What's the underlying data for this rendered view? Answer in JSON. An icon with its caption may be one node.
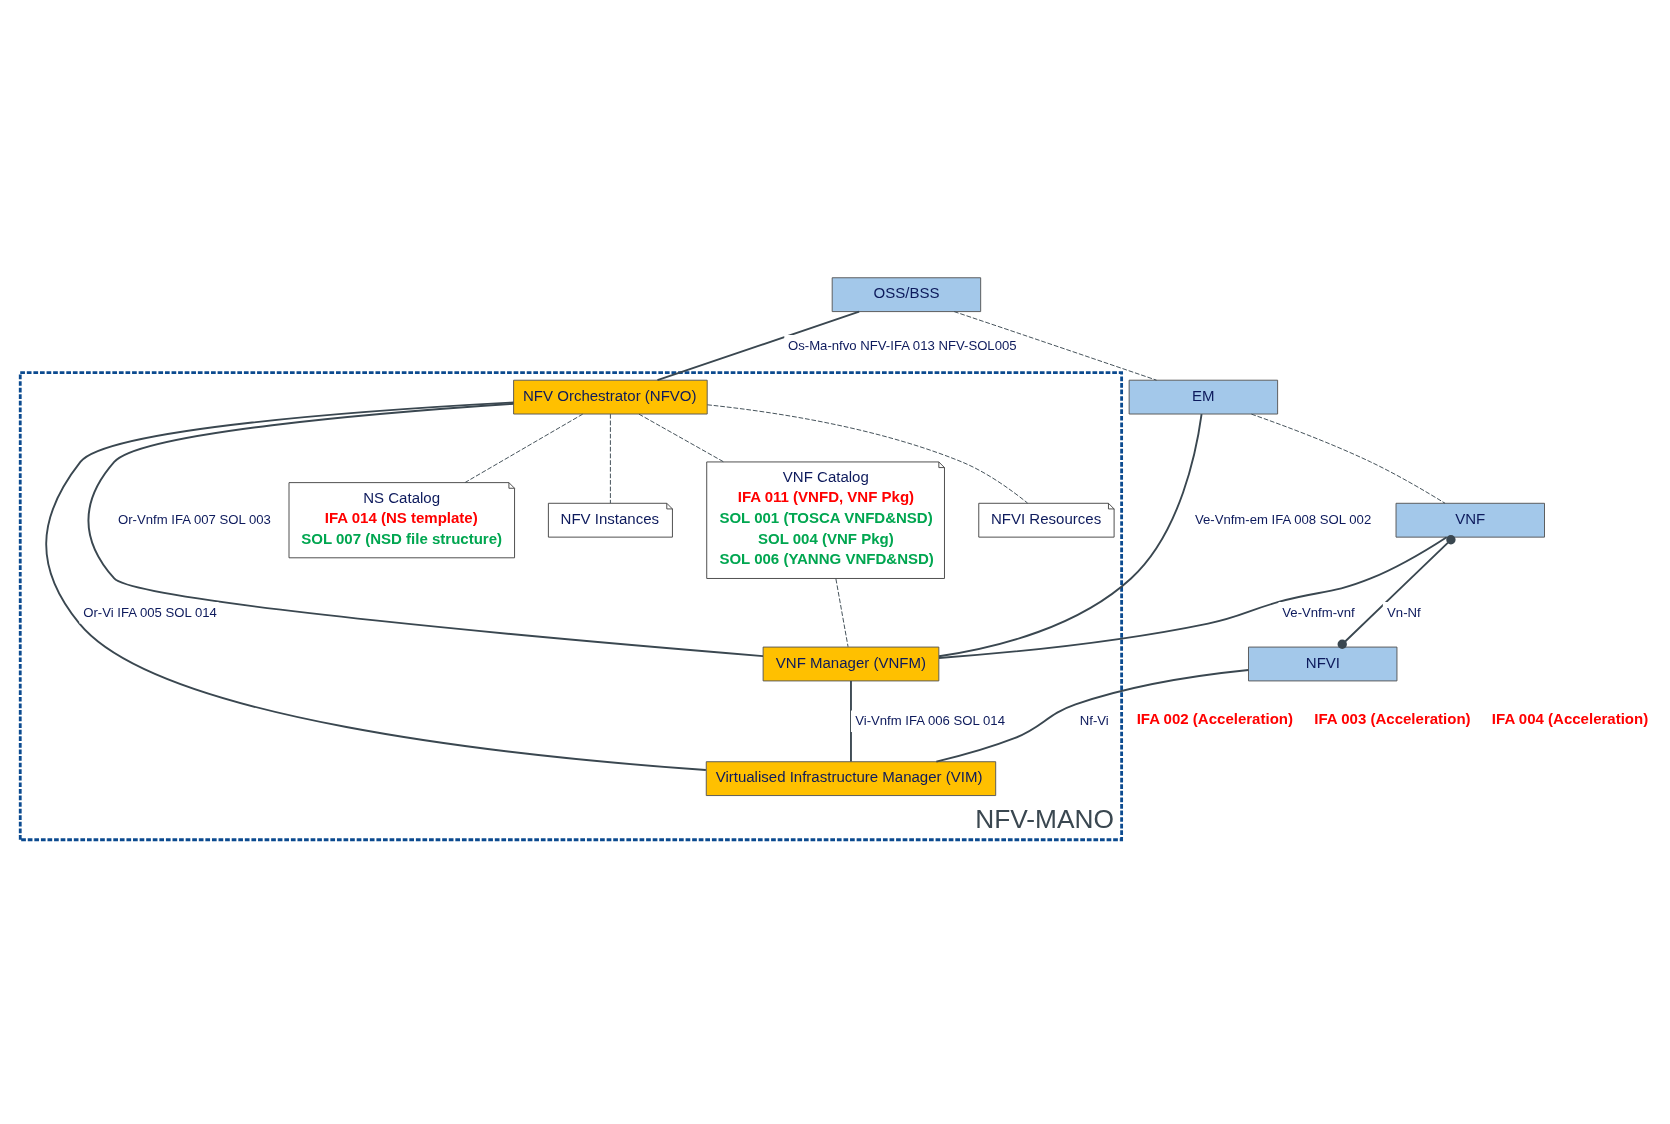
{
  "diagram": {
    "nodes": [
      {
        "text": [
          "NFV-MANO"
        ]
      },
      {
        "text": [
          "OSS/BSS"
        ]
      },
      {
        "text": [
          "NFV Orchestrator (NFVO)"
        ],
        "in": 0
      },
      {
        "text": [
          "NS Catalog",
          "IFA 014 (NS template)",
          "SOL 007 (NSD file structure)"
        ],
        "in": 0
      },
      {
        "text": [
          "NFV Instances"
        ],
        "in": 0
      },
      {
        "text": [
          "VNF Catalog",
          "IFA 011 (VNFD, VNF Pkg)",
          "SOL 001 (TOSCA VNFD&NSD)",
          "SOL 004 (VNF Pkg)",
          "SOL 006 (YANNG VNFD&NSD)"
        ],
        "in": 0
      },
      {
        "text": [
          "NFVI Resources"
        ],
        "in": 0
      },
      {
        "text": [
          "EM"
        ]
      },
      {
        "text": [
          "VNF"
        ]
      },
      {
        "text": [
          "NFVI"
        ]
      },
      {
        "text": [
          "VNF Manager (VNFM)"
        ],
        "in": 0
      },
      {
        "text": [
          "Virtualised Infrastructure Manager (VIM)"
        ],
        "in": 0
      }
    ],
    "edges": [
      {
        "from": 1,
        "to": 2,
        "arrow": "none",
        "label": "Os-Ma-nfvo NFV-IFA 013 NFV-SOL005"
      },
      {
        "from": 2,
        "to": 3,
        "arrow": "none",
        "style": "dashed"
      },
      {
        "from": 2,
        "to": 4,
        "arrow": "none",
        "style": "dashed"
      },
      {
        "from": 2,
        "to": 5,
        "arrow": "none",
        "style": "dashed"
      },
      {
        "from": 2,
        "to": 6,
        "arrow": "none",
        "style": "dashed"
      },
      {
        "from": 2,
        "to": 10,
        "arrow": "none",
        "label": "Or-Vnfm IFA 007 SOL 003"
      },
      {
        "from": 5,
        "to": 10,
        "arrow": "none",
        "style": "dashed"
      },
      {
        "from": 1,
        "to": 7,
        "arrow": "none",
        "style": "dashed"
      },
      {
        "from": 7,
        "to": 10,
        "arrow": "none",
        "label": "Ve-Vnfm-em IFA 008 SOL 002"
      },
      {
        "from": 7,
        "to": 8,
        "arrow": "none",
        "style": "dashed"
      },
      {
        "from": 8,
        "to": 10,
        "arrow": "none",
        "label": "Ve-Vnfm-vnf"
      },
      {
        "from": 8,
        "to": 9,
        "arrow": "other",
        "label": "Vn-Nf"
      },
      {
        "from": 9,
        "to": 11,
        "arrow": "none",
        "label": "Nf-Vi"
      },
      {
        "from": 10,
        "to": 11,
        "arrow": "none",
        "label": "Vi-Vnfm IFA 006 SOL 014"
      },
      {
        "from": 2,
        "to": 11,
        "arrow": "none",
        "label": "Or-Vi IFA 005 SOL 014"
      }
    ],
    "labels": [
      "IFA 002 (Acceleration)",
      "IFA 003 (Acceleration)",
      "IFA 004 (Acceleration)"
    ]
  }
}
